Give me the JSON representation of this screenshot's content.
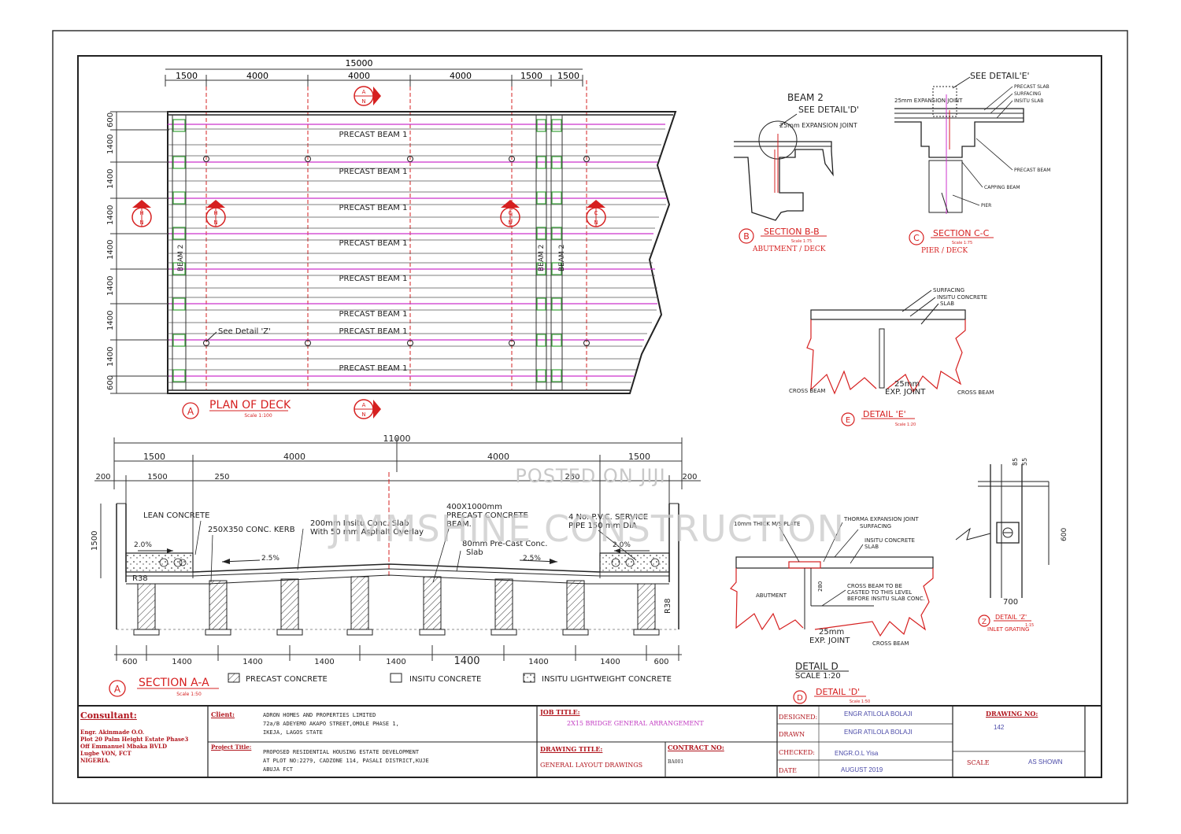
{
  "colors": {
    "red": "#d62020",
    "magenta": "#cc33cc",
    "black": "#222222",
    "dimred": "#e33",
    "watermark": "#c8c8c8"
  },
  "plan": {
    "top_dims": [
      "1500",
      "4000",
      "4000",
      "4000",
      "1500",
      "1500"
    ],
    "overall": "15000",
    "left_dims": [
      "600",
      "1400",
      "1400",
      "1400",
      "1400",
      "1400",
      "1400",
      "1400",
      "600"
    ],
    "beam_labels": [
      "PRECAST BEAM 1",
      "PRECAST BEAM 1",
      "PRECAST BEAM 1",
      "PRECAST BEAM 1",
      "PRECAST BEAM 1",
      "PRECAST BEAM 1",
      "PRECAST BEAM 1",
      "PRECAST BEAM 1"
    ],
    "beam2": "BEAM 2",
    "see_detail_z": "See Detail 'Z'",
    "section_a_letter": "A",
    "section_a_n": "N",
    "section_h_letter": "H",
    "section_h_n": "N",
    "section_c_letter": "C",
    "section_c_n": "N",
    "title_letter": "A",
    "title": "PLAN OF DECK",
    "scale": "Scale 1:100"
  },
  "sectionB": {
    "beam": "BEAM 2",
    "see_detail": "SEE DETAIL'D'",
    "joint": "25mm EXPANSION JOINT",
    "letter": "B",
    "title": "SECTION B-B",
    "scale": "Scale 1:75",
    "subtitle": "ABUTMENT / DECK"
  },
  "sectionC": {
    "see_detail": "SEE DETAIL'E'",
    "joint": "25mm EXPANSION JOINT",
    "labels": [
      "PRECAST SLAB",
      "SURFACING",
      "INSITU SLAB"
    ],
    "beam": "PRECAST BEAM",
    "capping": "CAPPING BEAM",
    "pier": "PIER",
    "letter": "C",
    "title": "SECTION C-C",
    "scale": "Scale 1:75",
    "subtitle": "PIER / DECK"
  },
  "detailE": {
    "labels": [
      "SURFACING",
      "INSITU CONCRETE",
      "SLAB"
    ],
    "cross_left": "CROSS BEAM",
    "joint1": "25mm",
    "joint2": "EXP. JOINT",
    "cross_right": "CROSS BEAM",
    "letter": "E",
    "title": "DETAIL 'E'",
    "scale": "Scale 1:20"
  },
  "sectionA": {
    "overall": "11000",
    "top_dims": [
      "1500",
      "4000",
      "4000",
      "1500"
    ],
    "sub_dims": [
      "200",
      "1500",
      "250",
      "250",
      "200"
    ],
    "left_dim": "1500",
    "labels": {
      "lean": "LEAN CONCRETE",
      "kerb": "250X350 CONC. KERB",
      "slab1": "200mm Insitu Conc. Slab",
      "slab2": "With 50 mm Asphalt Overlay",
      "beam1": "400X1000mm",
      "beam2": "PRECAST CONCRETE",
      "beam3": "BEAM.",
      "pipe1": "4 No. P.V.C. SERVICE",
      "pipe2": "PIPE 150 mm DIA",
      "precast1": "80mm Pre-Cast Conc.",
      "precast2": "Slab"
    },
    "slope_l": "2.0%",
    "slope_r": "2.0%",
    "fall_l": "2.5%",
    "fall_r": "2.5%",
    "r_left": "R38",
    "r_right": "R38",
    "bottom_dims": [
      "600",
      "1400",
      "1400",
      "1400",
      "1400",
      "1400",
      "1400",
      "1400",
      "600"
    ],
    "letter": "A",
    "title": "SECTION A-A",
    "scale": "Scale 1:50",
    "legend": [
      "PRECAST CONCRETE",
      "INSITU CONCRETE",
      "INSITU LIGHTWEIGHT CONCRETE"
    ]
  },
  "detailD": {
    "plate": "10mm THICK M/S PLATE",
    "joint": "THORMA EXPANSION JOINT",
    "surfacing": "SURFACING",
    "insitu": "INSITU CONCRETE",
    "slab": "SLAB",
    "abutment": "ABUTMENT",
    "cross1": "CROSS BEAM TO BE",
    "cross2": "CASTED TO THIS LEVEL",
    "cross3": "BEFORE INSITU SLAB CONC.",
    "dim": "280",
    "j1": "25mm",
    "j2": "EXP. JOINT",
    "crossb": "CROSS BEAM",
    "heading": "DETAIL D",
    "heading_scale": "SCALE 1:20",
    "letter": "D",
    "title": "DETAIL 'D'",
    "scale": "Scale 1:50"
  },
  "detailZ": {
    "dims": [
      "85",
      "55"
    ],
    "side": "600",
    "bottom": "700",
    "letter": "Z",
    "title": "DETAIL 'Z'",
    "subtitle": "INLET GRATING",
    "scale": "1:15"
  },
  "watermark": {
    "posted": "POSTED ON JIJI",
    "brand": "JIMMSHINE CONSTRUCTION"
  },
  "titleblock": {
    "consultant_label": "Consultant:",
    "consultant": [
      "Engr. Akinmade O.O.",
      "Plot 20 Palm Height Estate Phase3",
      "Off Emmanuel Mbaka BVLD",
      "Lugbe  VON, FCT",
      "NIGERIA."
    ],
    "client_label": "Client:",
    "client": [
      "ADRON HOMES AND PROPERTIES LIMITED",
      "72a/B ADEYEMO AKAPO STREET,OMOLE PHASE 1,",
      "IKEJA, LAGOS STATE"
    ],
    "project_label": "Project Title:",
    "project": [
      "PROPOSED RESIDENTIAL HOUSING ESTATE DEVELOPMENT",
      "AT PLOT NO:2279, CADZONE 114, PASALI DISTRICT,KUJE",
      "ABUJA FCT"
    ],
    "job_label": "JOB TITLE:",
    "job": "2X15 BRIDGE GENERAL ARRANGEMENT",
    "drawing_label": "DRAWING TITLE:",
    "drawing": "GENERAL LAYOUT DRAWINGS",
    "contract_label": "CONTRACT NO:",
    "contract": "BA001",
    "designed_label": "DESIGNED:",
    "designed": "ENGR ATILOLA BOLAJI",
    "drawn_label": "DRAWN",
    "drawn": "ENGR ATILOLA BOLAJI",
    "checked_label": "CHECKED:",
    "checked": "ENGR.O.L Yisa",
    "date_label": "DATE",
    "date": "AUGUST  2019",
    "drawingno_label": "DRAWING NO:",
    "drawingno": "142",
    "scale_label": "SCALE",
    "scale": "AS SHOWN"
  }
}
